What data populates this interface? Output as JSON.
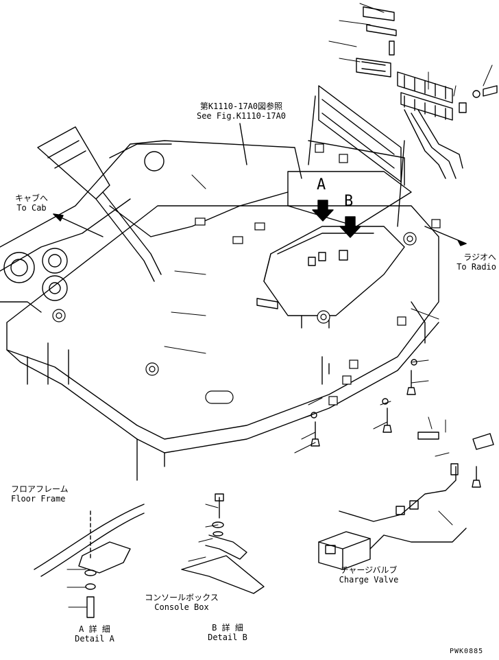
{
  "labels": {
    "see_fig_jp": "第K1110-17A0図参照",
    "see_fig_en": "See Fig.K1110-17A0",
    "to_cab_jp": "キャブへ",
    "to_cab_en": "To Cab",
    "to_radio_jp": "ラジオへ",
    "to_radio_en": "To Radio",
    "arrow_a": "A",
    "arrow_b": "B",
    "floor_frame_jp": "フロアフレーム",
    "floor_frame_en": "Floor Frame",
    "console_box_jp": "コンソールボックス",
    "console_box_en": "Console Box",
    "charge_valve_jp": "チャージバルブ",
    "charge_valve_en": "Charge Valve",
    "detail_a_jp": "A 詳 細",
    "detail_a_en": "Detail A",
    "detail_b_jp": "B 詳 細",
    "detail_b_en": "Detail B",
    "drawing_code": "PWK0885"
  }
}
